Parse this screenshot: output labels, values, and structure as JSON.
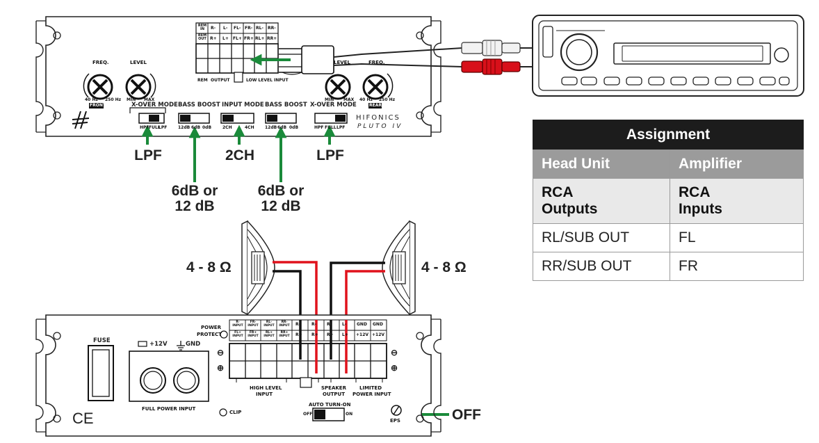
{
  "amp_top": {
    "freq_label": "FREQ.",
    "level_label": "LEVEL",
    "front_freq_min": "40 Hz",
    "front_freq_max": "250 Hz",
    "front_level_min": "MIN",
    "front_level_max": "MAX",
    "front_badge": "FRONT",
    "rear_level_label": "LEVEL",
    "rear_freq_label": "FREQ.",
    "rear_level_min": "MIN",
    "rear_level_max": "MAX",
    "rear_freq_min": "40 Hz",
    "rear_freq_max": "250 Hz",
    "rear_badge": "REAR",
    "switches": [
      {
        "title": "X-OVER MODE",
        "options": [
          "HPF",
          "FULL",
          "LPF"
        ]
      },
      {
        "title": "BASS BOOST",
        "options": [
          "12dB",
          "6dB",
          "0dB"
        ]
      },
      {
        "title": "INPUT MODE",
        "options": [
          "2CH",
          "4CH"
        ]
      },
      {
        "title": "BASS BOOST",
        "options": [
          "12dB",
          "6dB",
          "0dB"
        ]
      },
      {
        "title": "X-OVER MODE",
        "options": [
          "HPF",
          "FULL",
          "LPF"
        ]
      }
    ],
    "connector_top": [
      "REM IN",
      "R-",
      "L-",
      "FL-",
      "FR-",
      "RL-",
      "RR-"
    ],
    "connector_bottom": [
      "REM OUT",
      "R+",
      "L+",
      "FL+",
      "FR+",
      "RL+",
      "RR+"
    ],
    "conn_rem": "REM",
    "conn_output": "OUTPUT",
    "conn_low_level_input": "LOW LEVEL INPUT",
    "brand": "HIFONICS",
    "model": "PLUTO IV"
  },
  "callouts": {
    "lpf_left": "LPF",
    "bass_left_line1": "6dB or",
    "bass_left_line2": "12 dB",
    "input_mode": "2CH",
    "bass_right_line1": "6dB or",
    "bass_right_line2": "12 dB",
    "lpf_right": "LPF",
    "impedance_left": "4 - 8 Ω",
    "impedance_right": "4 - 8 Ω",
    "auto_turn_on_setting": "OFF"
  },
  "amp_bottom": {
    "fuse": "FUSE",
    "plus12v": "+12V",
    "gnd": "GND",
    "full_power_input": "FULL POWER INPUT",
    "power_protect_line1": "POWER",
    "power_protect_line2": "PROTECT",
    "clip": "CLIP",
    "ce": "CE",
    "eps": "EPS",
    "auto_turn_on": "AUTO TURN-ON",
    "switch_off": "OFF",
    "switch_on": "ON",
    "minus_sign": "⊖",
    "plus_sign": "⊕",
    "term_top": [
      "R- INPUT",
      "FR- INPUT",
      "RL- INPUT",
      "RR- INPUT",
      "R-",
      "R-",
      "R-",
      "L-",
      "GND",
      "GND"
    ],
    "term_bottom": [
      "FL+ INPUT",
      "FR+ INPUT",
      "RL+ INPUT",
      "RR+ INPUT",
      "R+",
      "R+",
      "R+",
      "L+",
      "+12V",
      "+12V"
    ],
    "high_level_input_l1": "HIGH LEVEL",
    "high_level_input_l2": "INPUT",
    "speaker_output_l1": "SPEAKER",
    "speaker_output_l2": "OUTPUT",
    "limited_power_input_l1": "LIMITED",
    "limited_power_input_l2": "POWER INPUT"
  },
  "table": {
    "title": "Assignment",
    "headers": [
      "Head Unit",
      "Amplifier"
    ],
    "subheader": [
      [
        "RCA",
        "Outputs"
      ],
      [
        "RCA",
        "Inputs"
      ]
    ],
    "rows": [
      [
        "RL/SUB OUT",
        "FL"
      ],
      [
        "RR/SUB OUT",
        "FR"
      ]
    ]
  },
  "colors": {
    "arrow": "#1a8a3a",
    "wire_red": "#e0121c",
    "wire_black": "#111111",
    "rca_red": "#d8101a",
    "rca_white": "#f2f2f2",
    "table_title_bg": "#1c1c1c",
    "table_header_bg": "#9b9b9b",
    "table_sub_bg": "#e9e9e9"
  }
}
